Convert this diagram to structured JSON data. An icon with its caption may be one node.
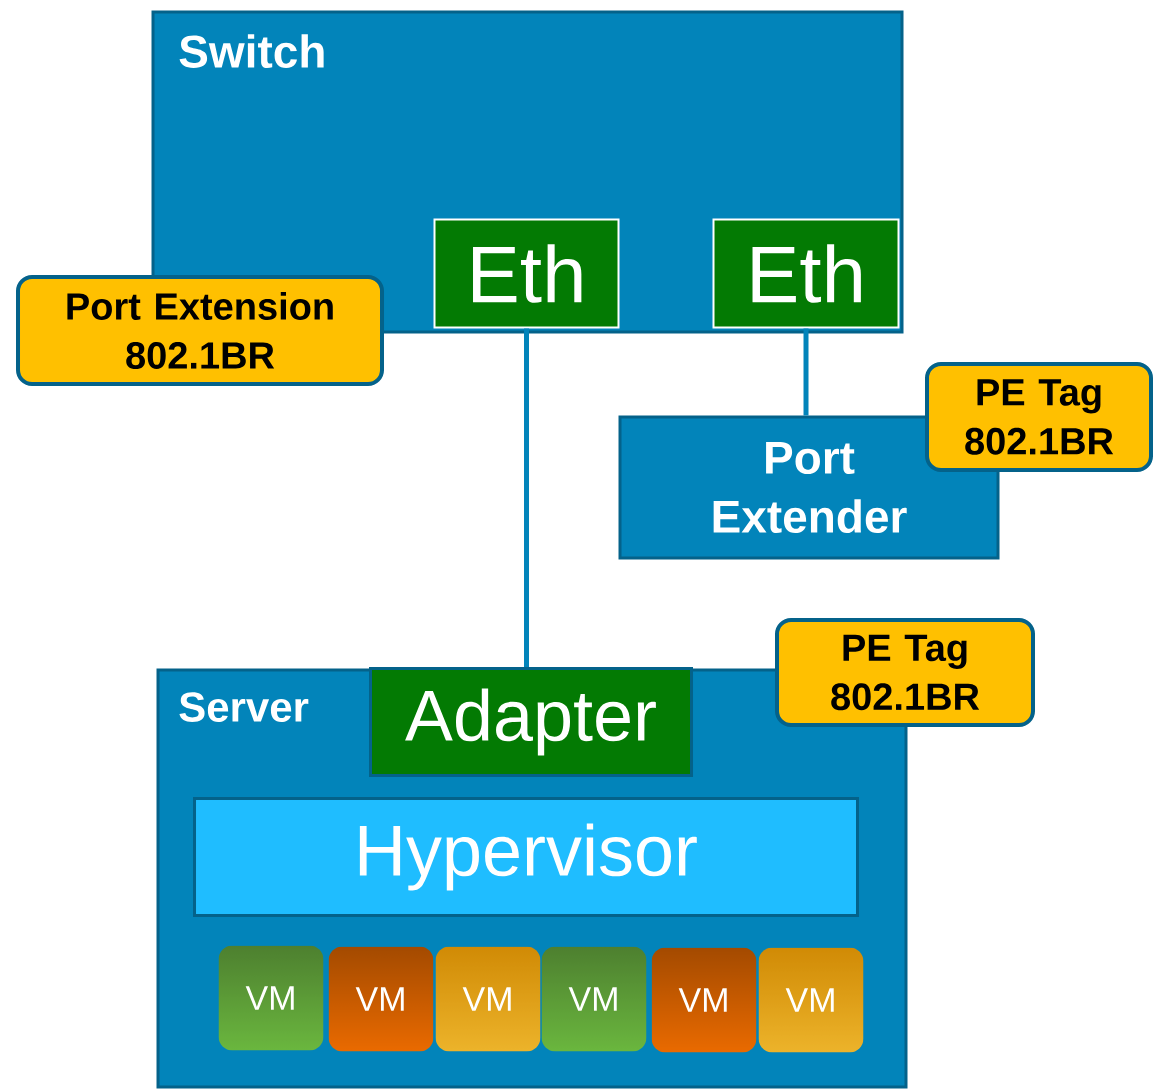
{
  "diagram": {
    "nodes": [
      {
        "text": [
          "Switch"
        ]
      },
      {
        "text": [
          "Eth"
        ],
        "in": 0
      },
      {
        "text": [
          "Eth"
        ],
        "in": 0
      },
      {
        "text": [
          "Port Extension 802.1BR"
        ]
      },
      {
        "text": [
          "Port Extender"
        ]
      },
      {
        "text": [
          "PE Tag 802.1BR"
        ]
      },
      {
        "text": [
          "PE Tag 802.1BR"
        ]
      },
      {
        "text": [
          "Server"
        ]
      },
      {
        "text": [
          "Adapter"
        ],
        "in": 7
      },
      {
        "text": [
          "Hypervisor"
        ],
        "in": 7
      },
      {
        "text": [
          "VM"
        ],
        "in": 7
      },
      {
        "text": [
          "VM"
        ],
        "in": 7
      },
      {
        "text": [
          "VM"
        ],
        "in": 7
      },
      {
        "text": [
          "VM"
        ],
        "in": 7
      },
      {
        "text": [
          "VM"
        ],
        "in": 7
      },
      {
        "text": [
          "VM"
        ],
        "in": 7
      }
    ],
    "edges": [
      {
        "from": 1,
        "to": 8,
        "arrow": "none"
      },
      {
        "from": 2,
        "to": 4,
        "arrow": "none"
      }
    ]
  }
}
